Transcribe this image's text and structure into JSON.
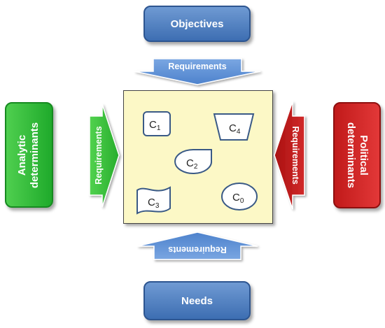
{
  "top_box": {
    "label": "Objectives"
  },
  "bottom_box": {
    "label": "Needs"
  },
  "left_box": {
    "line1": "Analytic",
    "line2": "determinants"
  },
  "right_box": {
    "line1": "Political",
    "line2": "determinants"
  },
  "arrows": {
    "top": "Requirements",
    "bottom": "Requirements",
    "left": "Requirements",
    "right": "Requirements"
  },
  "shapes": [
    {
      "id": "c1",
      "base": "C",
      "sub": "1"
    },
    {
      "id": "c2",
      "base": "C",
      "sub": "2"
    },
    {
      "id": "c3",
      "base": "C",
      "sub": "3"
    },
    {
      "id": "c4",
      "base": "C",
      "sub": "4"
    },
    {
      "id": "c0",
      "base": "C",
      "sub": "0"
    }
  ],
  "colors": {
    "blue": "#4a7cc0",
    "green": "#2fb53a",
    "red": "#c41e1e",
    "panel": "#fcf8c6",
    "arrow_blue": "#5b8fd6",
    "arrow_green": "#3ec43e",
    "arrow_red": "#b81616"
  }
}
